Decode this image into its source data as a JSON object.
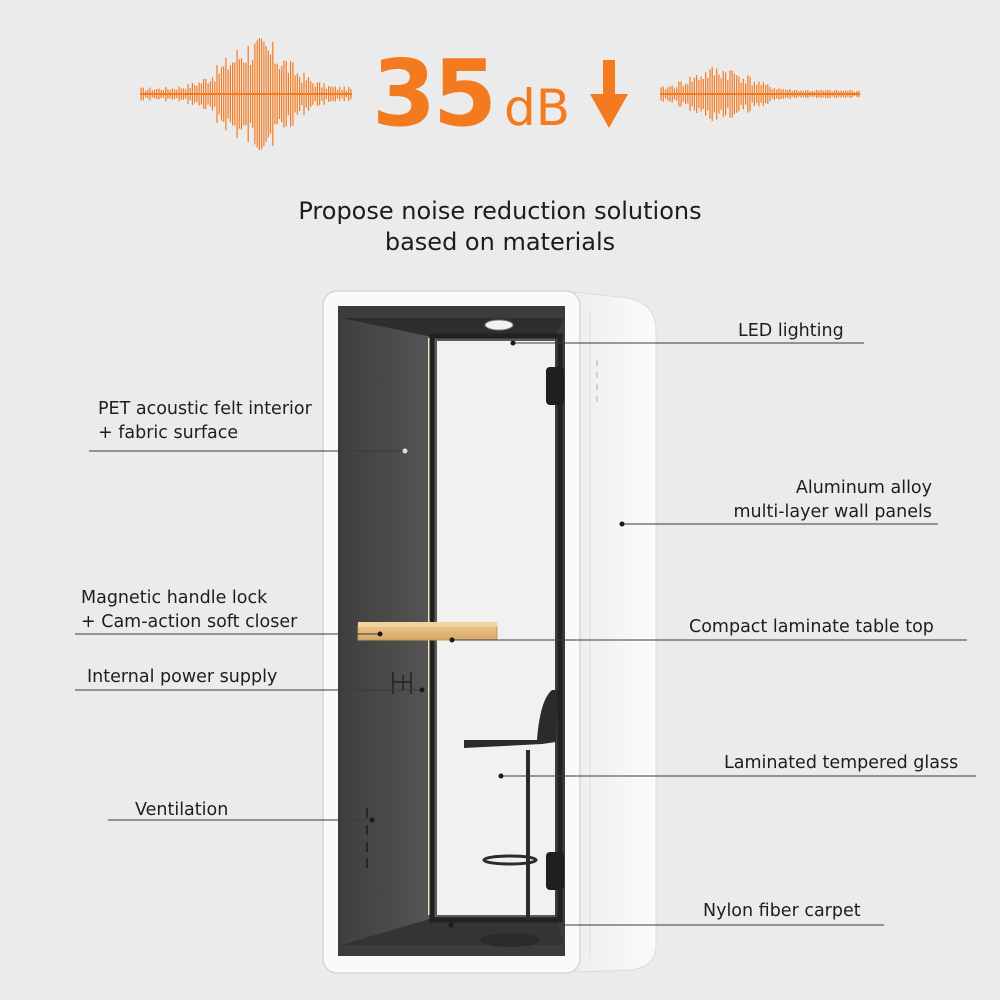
{
  "headline": {
    "value": "35",
    "unit": "dB",
    "accent_color": "#f47a20",
    "arrow_icon": "down-arrow-icon"
  },
  "subtitle": {
    "line1": "Propose noise reduction solutions",
    "line2": "based on materials"
  },
  "callouts": {
    "led": "LED lighting",
    "pet_line1": "PET acoustic felt interior",
    "pet_line2": "+ fabric surface",
    "aluminum_line1": "Aluminum alloy",
    "aluminum_line2": "multi-layer wall panels",
    "magnetic_line1": "Magnetic handle lock",
    "magnetic_line2": "+ Cam-action soft closer",
    "laminate": "Compact laminate table top",
    "power": "Internal power supply",
    "glass": "Laminated tempered glass",
    "ventilation": "Ventilation",
    "carpet": "Nylon fiber carpet"
  },
  "colors": {
    "background": "#ebebeb",
    "booth_shell": "#fafafa",
    "booth_interior": "#4a4a4a",
    "table_wood": "#e2b878",
    "leader_line": "#3a3a3a"
  }
}
